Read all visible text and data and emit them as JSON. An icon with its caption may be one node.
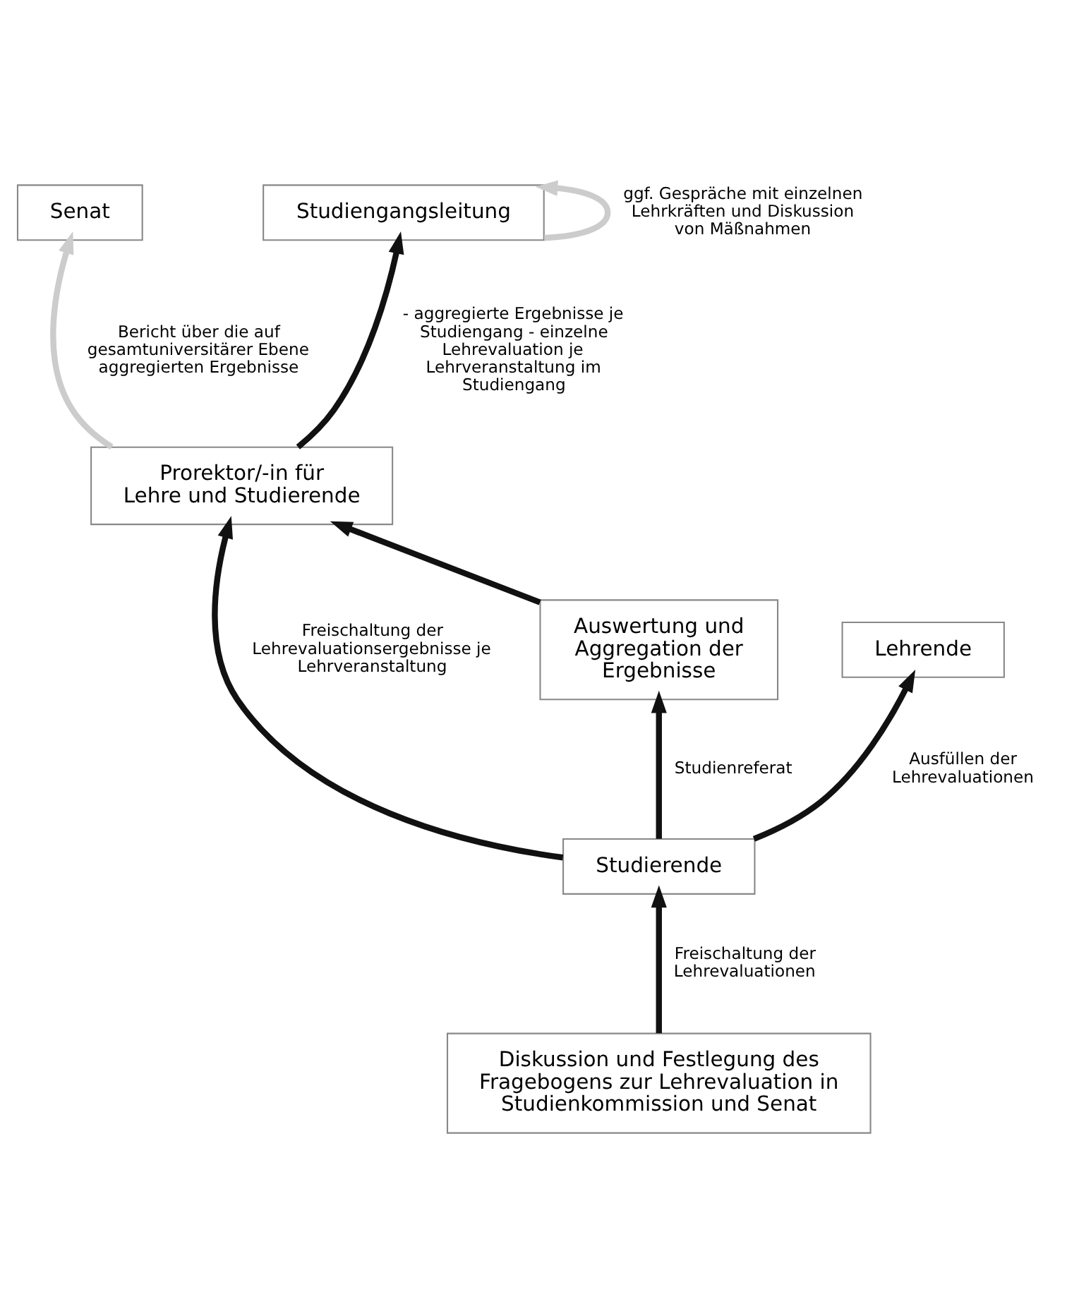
{
  "diagram": {
    "nodes": [
      {
        "text": [
          "Senat"
        ]
      },
      {
        "text": [
          "Studiengangsleitung"
        ]
      },
      {
        "text": [
          "Prorektor/-in für Lehre und Studierende"
        ]
      },
      {
        "text": [
          "Auswertung und Aggregation der Ergebnisse"
        ]
      },
      {
        "text": [
          "Lehrende"
        ]
      },
      {
        "text": [
          "Studierende"
        ]
      },
      {
        "text": [
          "Diskussion und Festlegung des Fragebogens zur Lehrevaluation in Studienkommission und Senat"
        ]
      }
    ],
    "edges": [
      {
        "from": 2,
        "to": 0,
        "arrow": "to",
        "color": "#cccccc",
        "label": "Bericht über die auf gesamtuniversitärer Ebene aggregierten Ergebnisse"
      },
      {
        "from": 2,
        "to": 1,
        "arrow": "to",
        "label": "- aggregierte Ergebnisse je Studiengang - einzelne Lehrevaluation je Lehrveranstaltung im Studiengang"
      },
      {
        "from": 1,
        "to": 1,
        "arrow": "to",
        "color": "#cccccc",
        "label": "ggf. Gespräche mit einzelnen Lehrkräften und Diskussion von Mäßnahmen"
      },
      {
        "from": 3,
        "to": 2,
        "arrow": "to"
      },
      {
        "from": 5,
        "to": 2,
        "arrow": "to",
        "label": "Freischaltung der Lehrevaluationsergebnisse je Lehrveranstaltung"
      },
      {
        "from": 5,
        "to": 4,
        "arrow": "to",
        "label": "Ausfüllen der Lehrevaluationen"
      },
      {
        "from": 5,
        "to": 3,
        "arrow": "to",
        "label": "Studienreferat"
      },
      {
        "from": 6,
        "to": 5,
        "arrow": "to",
        "label": "Freischaltung der Lehrevaluationen"
      }
    ]
  }
}
